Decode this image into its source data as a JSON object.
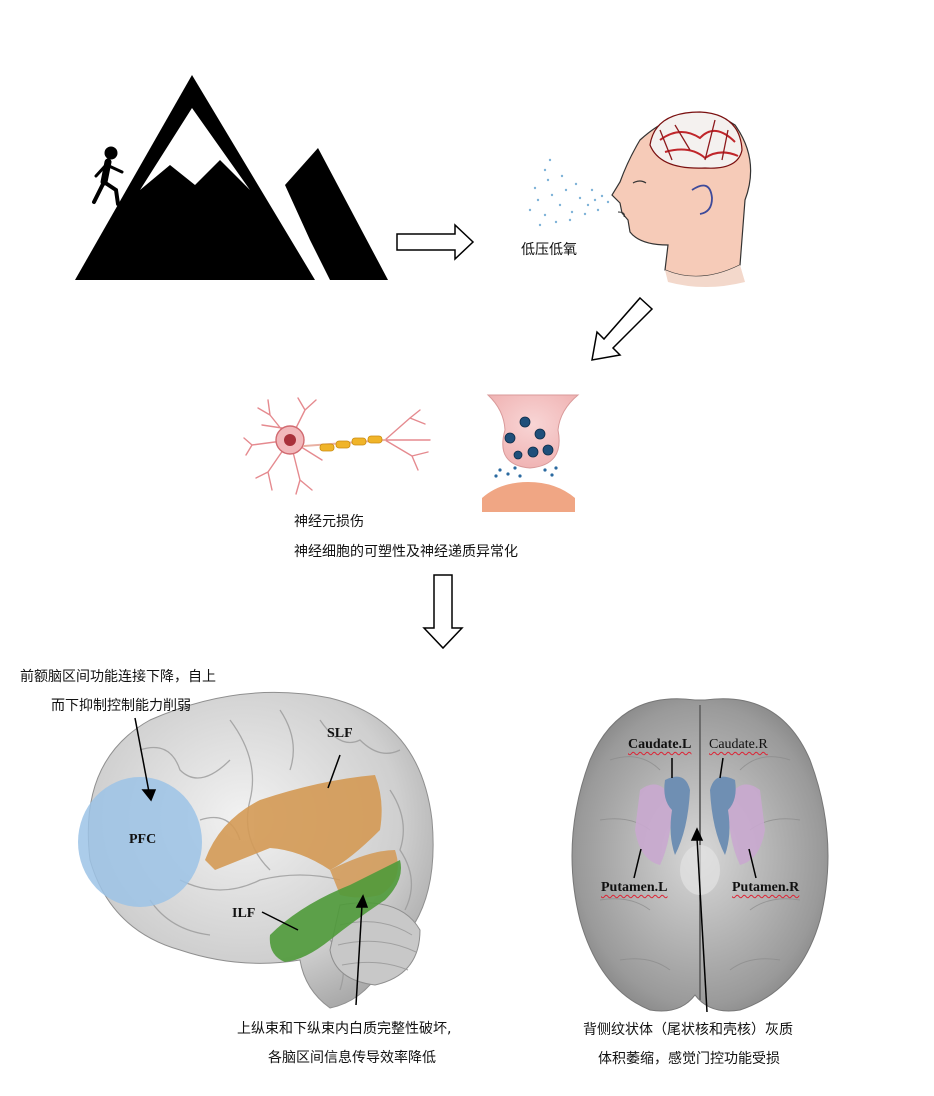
{
  "labels": {
    "hypoxia": "低压低氧",
    "neuron_damage": "神经元损伤",
    "plasticity": "神经细胞的可塑性及神经递质异常化",
    "pfc_note_1": "前额脑区间功能连接下降，自上",
    "pfc_note_2": "而下抑制控制能力削弱",
    "pfc": "PFC",
    "slf": "SLF",
    "ilf": "ILF",
    "wm_note_1": "上纵束和下纵束内白质完整性破坏,",
    "wm_note_2": "各脑区间信息传导效率降低",
    "caudate_l": "Caudate.L",
    "caudate_r": "Caudate.R",
    "putamen_l": "Putamen.L",
    "putamen_r": "Putamen.R",
    "striatum_note_1": "背侧纹状体（尾状核和壳核）灰质",
    "striatum_note_2": "体积萎缩，感觉门控功能受损"
  },
  "icons": {
    "mountain": "mountain-icon",
    "hiker": "hiker-icon",
    "head": "human-head-icon",
    "neuron": "neuron-icon",
    "synapse": "synapse-icon",
    "brain_lateral": "brain-lateral-icon",
    "brain_axial": "brain-axial-icon"
  },
  "colors": {
    "pfc": "#9cc3e6",
    "slf": "#d49a55",
    "ilf": "#4f9a3a",
    "caudate": "#6f8fb3",
    "putamen": "#c9a9cf",
    "skin": "#f6cbb8",
    "vessel": "#c0262b",
    "neuron": "#e58a8f",
    "myelin": "#f0b429"
  }
}
